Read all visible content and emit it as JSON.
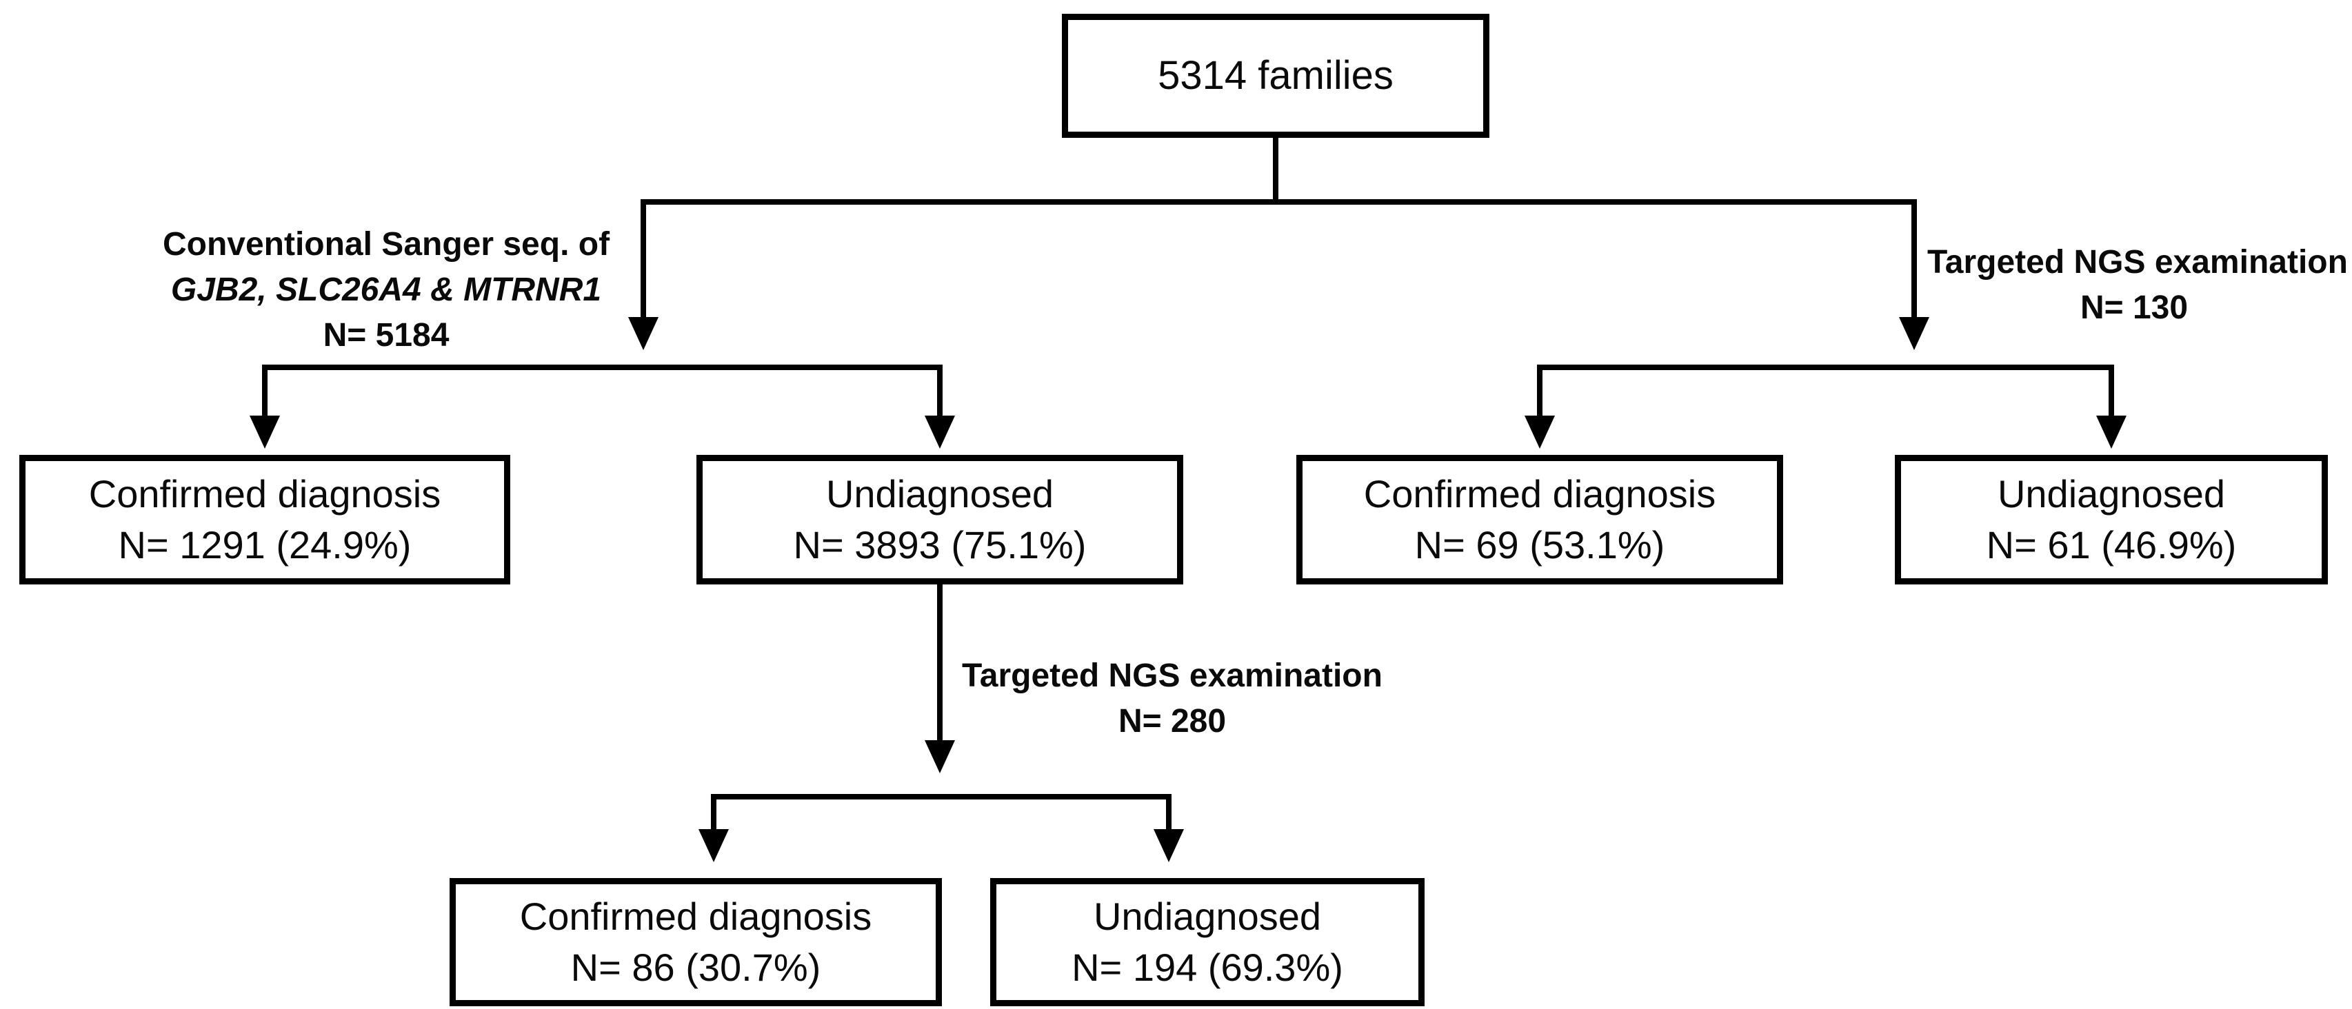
{
  "figure": {
    "background": "#ffffff",
    "line_color": "#000000",
    "text_color": "#0a0a0a"
  },
  "nodes": {
    "root": {
      "lines": [
        "5314 families"
      ]
    },
    "sanger_confirmed": {
      "lines": [
        "Confirmed diagnosis",
        "N= 1291 (24.9%)"
      ]
    },
    "sanger_undiagnosed": {
      "lines": [
        "Undiagnosed",
        "N= 3893 (75.1%)"
      ]
    },
    "ngs_confirmed": {
      "lines": [
        "Confirmed diagnosis",
        "N= 69 (53.1%)"
      ]
    },
    "ngs_undiagnosed": {
      "lines": [
        "Undiagnosed",
        "N= 61 (46.9%)"
      ]
    },
    "ngs_followup_confirmed": {
      "lines": [
        "Confirmed diagnosis",
        "N= 86 (30.7%)"
      ]
    },
    "ngs_followup_undiagnosed": {
      "lines": [
        "Undiagnosed",
        "N= 194 (69.3%)"
      ]
    }
  },
  "edge_labels": {
    "sanger_branch": {
      "line1": "Conventional Sanger seq. of",
      "line2": "GJB2, SLC26A4 & MTRNR1",
      "line3": "N= 5184"
    },
    "ngs_branch": {
      "line1": "Targeted NGS examination",
      "line2": "N= 130"
    },
    "ngs_followup_branch": {
      "line1": "Targeted NGS examination",
      "line2": "N= 280"
    }
  }
}
